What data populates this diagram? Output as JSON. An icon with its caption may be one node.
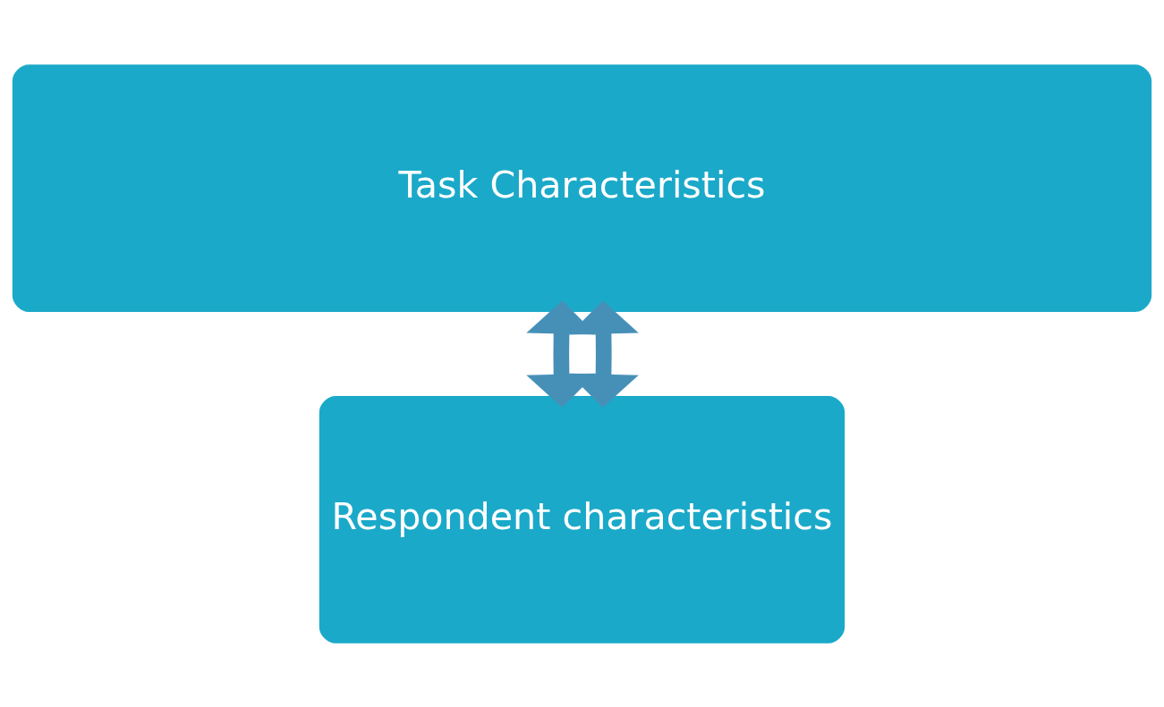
{
  "diagram": {
    "nodes": [
      {
        "text": [
          "Task Characteristics"
        ]
      },
      {
        "text": [
          "Respondent characteristics"
        ]
      }
    ],
    "edges": [
      {
        "from": 0,
        "to": 1,
        "arrow": "both"
      },
      {
        "from": 1,
        "to": 0,
        "arrow": "both"
      }
    ]
  }
}
